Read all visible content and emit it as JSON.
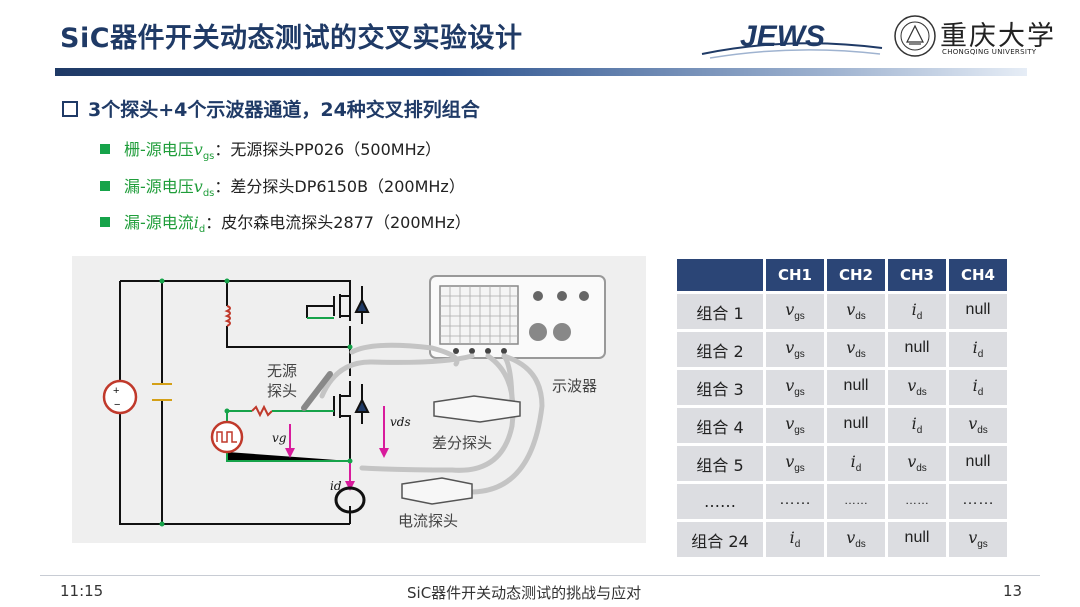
{
  "header": {
    "title": "SiC器件开关动态测试的交叉实验设计",
    "logo_jews": "JEWS",
    "university_cn": "重庆大学",
    "university_en": "CHONGQING UNIVERSITY"
  },
  "heading": "3个探头+4个示波器通道，24种交叉排列组合",
  "bullets": [
    {
      "label": "栅-源电压",
      "var": "v",
      "sub": "gs",
      "text": "：无源探头PP026（500MHz）"
    },
    {
      "label": "漏-源电压",
      "var": "v",
      "sub": "ds",
      "text": "：差分探头DP6150B（200MHz）"
    },
    {
      "label": "漏-源电流",
      "var": "i",
      "sub": "d",
      "text": "：皮尔森电流探头2877（200MHz）"
    }
  ],
  "figure_labels": {
    "passive_probe_1": "无源",
    "passive_probe_2": "探头",
    "oscilloscope": "示波器",
    "diff_probe": "差分探头",
    "current_probe": "电流探头",
    "vds": "vds",
    "vg": "vg",
    "id": "id",
    "plus": "+",
    "minus": "−"
  },
  "table": {
    "headers": [
      "",
      "CH1",
      "CH2",
      "CH3",
      "CH4"
    ],
    "rows": [
      {
        "label": "组合 1",
        "cells": [
          [
            "v",
            "gs"
          ],
          [
            "v",
            "ds"
          ],
          [
            "i",
            "d"
          ],
          [
            "null",
            ""
          ]
        ]
      },
      {
        "label": "组合 2",
        "cells": [
          [
            "v",
            "gs"
          ],
          [
            "v",
            "ds"
          ],
          [
            "null",
            ""
          ],
          [
            "i",
            "d"
          ]
        ]
      },
      {
        "label": "组合 3",
        "cells": [
          [
            "v",
            "gs"
          ],
          [
            "null",
            ""
          ],
          [
            "v",
            "ds"
          ],
          [
            "i",
            "d"
          ]
        ]
      },
      {
        "label": "组合 4",
        "cells": [
          [
            "v",
            "gs"
          ],
          [
            "null",
            ""
          ],
          [
            "i",
            "d"
          ],
          [
            "v",
            "ds"
          ]
        ]
      },
      {
        "label": "组合 5",
        "cells": [
          [
            "v",
            "gs"
          ],
          [
            "i",
            "d"
          ],
          [
            "v",
            "ds"
          ],
          [
            "null",
            ""
          ]
        ]
      },
      {
        "label": "……",
        "cells": [
          [
            "……",
            ""
          ],
          [
            "……",
            ""
          ],
          [
            "……",
            ""
          ],
          [
            "……",
            ""
          ]
        ]
      },
      {
        "label": "组合 24",
        "cells": [
          [
            "i",
            "d"
          ],
          [
            "v",
            "ds"
          ],
          [
            "null",
            ""
          ],
          [
            "v",
            "gs"
          ]
        ]
      }
    ]
  },
  "footer": {
    "time": "11:15",
    "center": "SiC器件开关动态测试的挑战与应对",
    "page": "13"
  },
  "colors": {
    "title": "#1f3a66",
    "bullet_green": "#16a34a",
    "table_header": "#2b4576",
    "table_cell": "#dcdde1"
  }
}
